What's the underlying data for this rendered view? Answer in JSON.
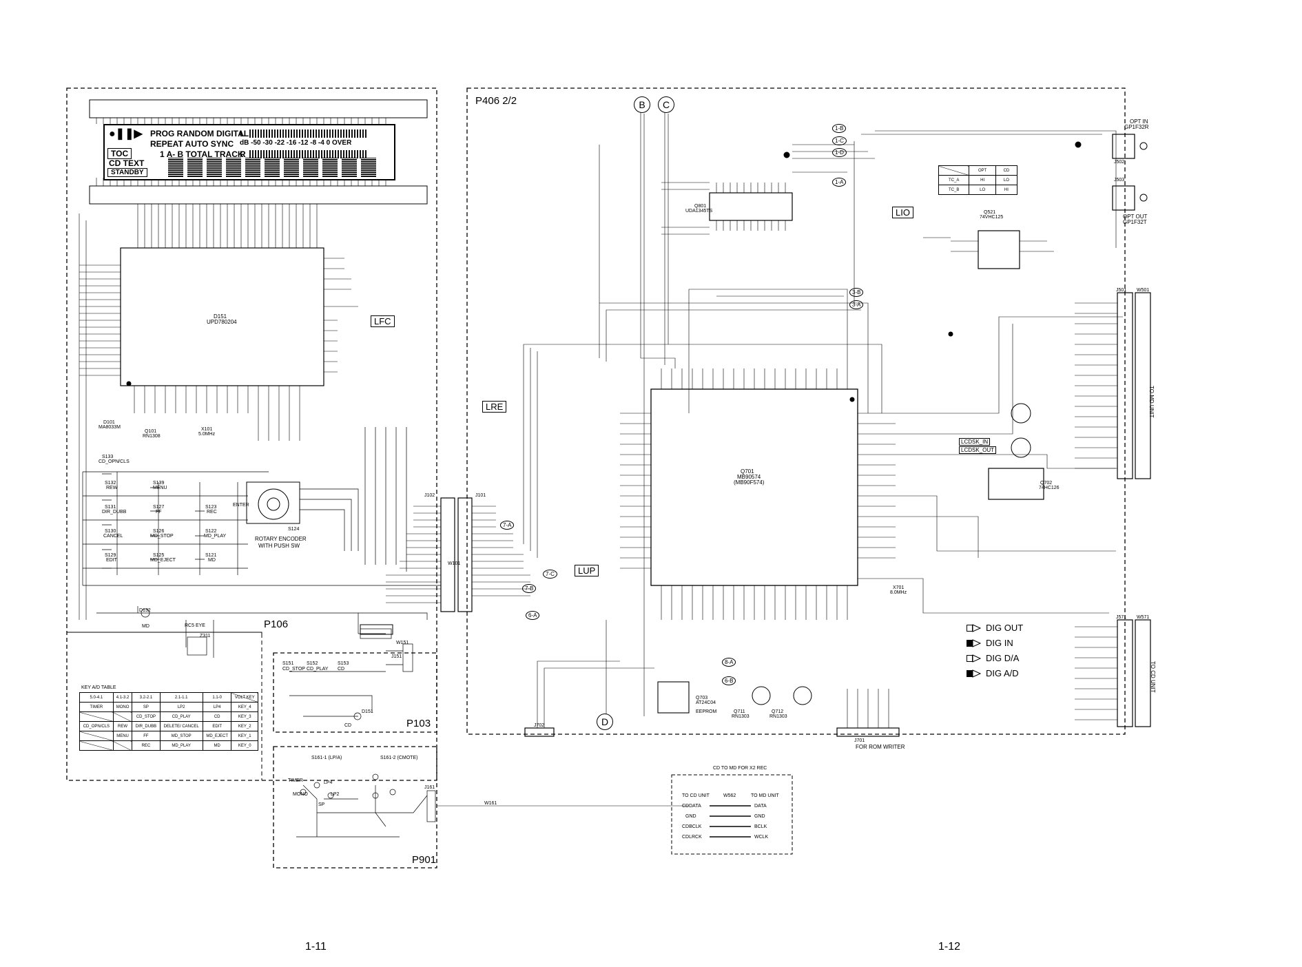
{
  "page_numbers": {
    "left": "1-11",
    "right": "1-12"
  },
  "sections": {
    "right_title": "P406 2/2",
    "p106": "P106",
    "p103": "P103",
    "p901": "P901"
  },
  "block_labels": {
    "lfc": "LFC",
    "lre": "LRE",
    "lup": "LUP",
    "lio": "LIO"
  },
  "circle_markers": {
    "b": "B",
    "c": "C",
    "d": "D"
  },
  "vfd": {
    "line1": "PROG RANDOM DIGITAL",
    "line1_l": "L",
    "line2": "REPEAT    AUTO SYNC",
    "scale": "dB -50  -30  -22  -16  -12   -8   -4    0 OVER",
    "toc": "TOC",
    "line3": "1  A- B TOTAL TRACK",
    "line3_r": "R",
    "cd_text": "CD TEXT",
    "standby": "STANDBY"
  },
  "ics": {
    "d151": {
      "ref": "D151",
      "part": "UPD780204"
    },
    "q701": {
      "ref": "Q701",
      "part": "MB90574",
      "alt": "(MB90F574)"
    },
    "q801": {
      "ref": "Q801",
      "part": "UDA1345TS"
    },
    "q521": {
      "ref": "Q521",
      "part": "74VHC125"
    },
    "q702": {
      "ref": "Q702",
      "part": "74HC126"
    },
    "q703": {
      "ref": "Q703",
      "part": "AT24C04",
      "note": "EEPROM"
    }
  },
  "rotary": {
    "title": "ROTARY ENCODER",
    "subtitle": "WITH PUSH SW",
    "enter": "ENTER",
    "ref": "S124"
  },
  "keys": [
    {
      "ref": "S133",
      "name": "CD_OPN/CLS"
    },
    {
      "ref": "S132",
      "name": "REW"
    },
    {
      "ref": "S131",
      "name": "DIR_DUBB"
    },
    {
      "ref": "S130",
      "name": "CANCEL"
    },
    {
      "ref": "S129",
      "name": "EDIT"
    },
    {
      "ref": "S139",
      "name": "MENU"
    },
    {
      "ref": "S127",
      "name": "FF"
    },
    {
      "ref": "S126",
      "name": "MD_STOP"
    },
    {
      "ref": "S125",
      "name": "MD_EJECT"
    },
    {
      "ref": "S123",
      "name": "REC"
    },
    {
      "ref": "S122",
      "name": "MD_PLAY"
    },
    {
      "ref": "S121",
      "name": "MD"
    },
    {
      "ref": "S151",
      "name": "CD_STOP"
    },
    {
      "ref": "S152",
      "name": "CD_PLAY"
    },
    {
      "ref": "S153",
      "name": "CD"
    }
  ],
  "key_table": {
    "title": "KEY A/D TABLE",
    "header": [
      "5.0-4.1",
      "4.1-3.2",
      "3.2-2.1",
      "2.1-1.1",
      "1.1-0",
      "VOLT",
      "KEY"
    ],
    "rows": [
      [
        "TIMER",
        "MONO",
        "SP",
        "LP2",
        "LP4",
        "KEY_4"
      ],
      [
        "",
        "",
        "CD_STOP",
        "CD_PLAY",
        "CD",
        "KEY_3"
      ],
      [
        "CD_OPN/CLS",
        "REW",
        "DIR_DUBB",
        "DELETE/ CANCEL",
        "EDIT",
        "KEY_2"
      ],
      [
        "",
        "MENU",
        "FF",
        "MD_STOP",
        "MD_EJECT",
        "KEY_1"
      ],
      [
        "",
        "",
        "REC",
        "MD_PLAY",
        "MD",
        "KEY_0"
      ]
    ]
  },
  "mode_switches": {
    "s161_1": "S161-1      (LP/A)",
    "s161_2": "S161-2      (CMOTE)",
    "timer": "TIMER",
    "mono": "MONO",
    "lp4": "LP4",
    "lp2": "LP2",
    "sp": "SP"
  },
  "connectors": {
    "j102": "J102",
    "j101": "J101",
    "w101": "W101",
    "w151": "W151",
    "j151": "J151",
    "j161": "J161",
    "w161": "W161",
    "j501": "J501",
    "w501": "W501",
    "j571": "J571",
    "w571": "W571",
    "j502": "J502",
    "j503": "J503",
    "j701": "J701",
    "j702": "J702"
  },
  "opt": {
    "opt_in": "OPT IN",
    "opt_in_part": "GP1F32R",
    "opt_out": "OPT OUT",
    "opt_out_part": "GP1F32T"
  },
  "rom_writer": "FOR ROM WRITER",
  "to_cd_unit": "TO CD UNIT",
  "to_md_unit": "TO MD UNIT",
  "cd_to_md": {
    "title": "CD TO MD FOR X2 REC",
    "left": "TO CD UNIT",
    "middle": "W562",
    "right": "TO MD UNIT",
    "left_pins": [
      "CDDATA",
      "GND",
      "CDBCLK",
      "CDLRCK"
    ],
    "right_pins": [
      "DATA",
      "GND",
      "BCLK",
      "WCLK"
    ]
  },
  "dig_legend": [
    {
      "sym": "open",
      "label": "DIG OUT"
    },
    {
      "sym": "filled",
      "label": "DIG IN"
    },
    {
      "sym": "open",
      "label": "DIG D/A"
    },
    {
      "sym": "filled",
      "label": "DIG A/D"
    }
  ],
  "mode_table": {
    "header": [
      "",
      "OPT",
      "CD"
    ],
    "rows": [
      [
        "TC_A",
        "HI",
        "LO"
      ],
      [
        "TC_B",
        "LO",
        "HI"
      ]
    ]
  },
  "switch_labels": {
    "lcdsk_in": "LCDSK_IN",
    "lcdsk_out": "LCDSK_OUT"
  },
  "node_labels": [
    "1-B",
    "1-C",
    "1-D",
    "1-A",
    "3-B",
    "3-A",
    "7-A",
    "7-C",
    "7-B",
    "8-A",
    "6-A",
    "6-B"
  ],
  "parts": {
    "d132": "D132",
    "md_led": "MD",
    "d151b": "D151",
    "cd_led": "CD",
    "x101": "X101",
    "x101_f": "5.0MHz",
    "x701": "X701",
    "x701_f": "8.0MHz",
    "q101": "Q101",
    "q101_p": "RN1308",
    "d101": "D101",
    "d101_p": "MA8033M",
    "q711": "Q711",
    "q711_p": "RN1303",
    "q712": "Q712",
    "q712_p": "RN1303",
    "ztz": "Z311",
    "rc5": "RC5 EYE"
  }
}
